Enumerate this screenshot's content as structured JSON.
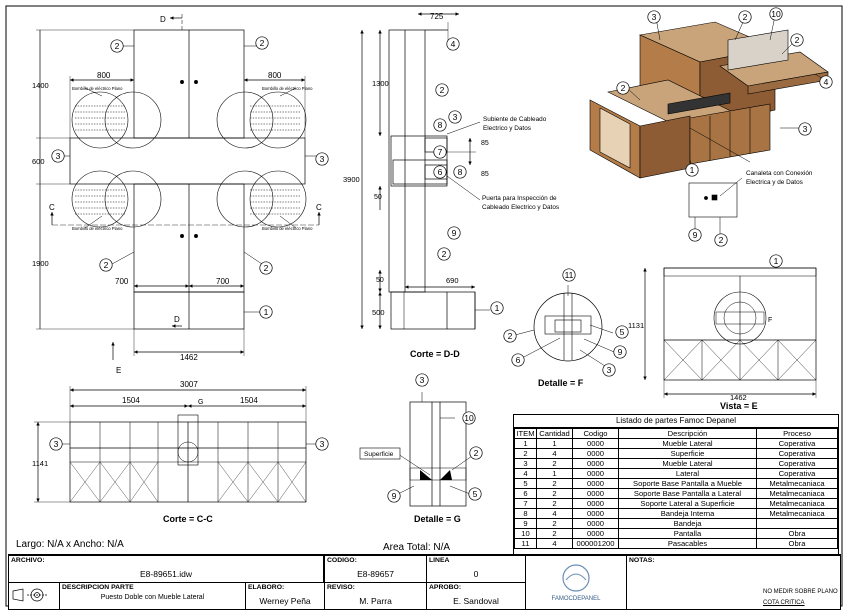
{
  "drawing": {
    "top_marker_d": "D",
    "bottom_marker_d": "D",
    "marker_c_left": "C",
    "marker_c_right": "C",
    "marker_e": "E",
    "dims_plan": {
      "d800_left": "800",
      "d800_right": "800",
      "d1400": "1400",
      "d600": "600",
      "d1900": "1900",
      "d700_left": "700",
      "d700_right": "700",
      "d1462": "1462"
    },
    "electric_labels": [
      "Bombillo de eléctrico Plano",
      "Bombillo de eléctrico Plano",
      "Bombillo de eléctrico Plano",
      "Bombillo de eléctrico Plano"
    ],
    "section_dd": {
      "d725": "725",
      "d1300": "1300",
      "d3900": "3900",
      "d85a": "85",
      "d85b": "85",
      "d50a": "50",
      "d50b": "50",
      "d690": "690",
      "d500": "500",
      "note_cable": "Subiente de Cableado\nElectrico y Datos",
      "note_cable_l1": "Subiente de Cableado",
      "note_cable_l2": "Electrico y Datos",
      "note_door_l1": "Puerta para Inspección de",
      "note_door_l2": "Cableado Electrico y Datos",
      "caption": "Corte = D-D"
    },
    "iso": {
      "note_l1": "Canaleta con Conexión",
      "note_l2": "Electrica y de Datos"
    },
    "detail_f": {
      "caption": "Detalle = F"
    },
    "view_e": {
      "d1131": "1131",
      "d1462": "1462",
      "label_f": "F",
      "caption": "Vista = E"
    },
    "section_cc": {
      "d3007": "3007",
      "d1504a": "1504",
      "d1504b": "1504",
      "d1141": "1141",
      "label_g": "G",
      "caption": "Corte = C-C"
    },
    "detail_g": {
      "superficie": "Superficie",
      "caption": "Detalle = G"
    },
    "size_note": "Largo: N/A x Ancho: N/A",
    "area_note": "Area Total: N/A"
  },
  "parts_list": {
    "title": "Listado de partes Famoc Depanel",
    "headers": [
      "ITEM",
      "Cantidad",
      "Codigo",
      "Descripción",
      "Proceso"
    ],
    "rows": [
      [
        "1",
        "1",
        "0000",
        "Mueble Lateral",
        "Coperativa"
      ],
      [
        "2",
        "4",
        "0000",
        "Superficie",
        "Coperativa"
      ],
      [
        "3",
        "2",
        "0000",
        "Mueble Lateral",
        "Coperativa"
      ],
      [
        "4",
        "1",
        "0000",
        "Lateral",
        "Coperativa"
      ],
      [
        "5",
        "2",
        "0000",
        "Soporte Base Pantalla a Mueble",
        "Metalmecaniaca"
      ],
      [
        "6",
        "2",
        "0000",
        "Soporte Base Pantalla a Lateral",
        "Metalmecaniaca"
      ],
      [
        "7",
        "2",
        "0000",
        "Soporte Lateral a Superficie",
        "Metalmecaniaca"
      ],
      [
        "8",
        "4",
        "0000",
        "Bandeja Interna",
        "Metalmecaniaca"
      ],
      [
        "9",
        "2",
        "0000",
        "Bandeja",
        ""
      ],
      [
        "10",
        "2",
        "0000",
        "Pantalla",
        "Obra"
      ],
      [
        "11",
        "4",
        "000001200",
        "Pasacables",
        "Obra"
      ]
    ]
  },
  "title_block": {
    "archivo_label": "ARCHIVO:",
    "archivo_value": "E8-89651.idw",
    "descripcion_label": "DESCRIPCION PARTE",
    "descripcion_value": "Puesto Doble con Mueble Lateral",
    "elaboro_label": "ELABORO:",
    "elaboro_value": "Werney Peña",
    "codigo_label": "CODIGO:",
    "codigo_value": "E8-89657",
    "linea_label": "LINEA",
    "linea_value": "0",
    "reviso_label": "REVISO:",
    "reviso_value": "M. Parra",
    "aprobo_label": "APROBO:",
    "aprobo_value": "E. Sandoval",
    "logo_text": "FAMOCDEPANEL",
    "notas_label": "NOTAS:",
    "nota_1": "NO MEDIR SOBRE PLANO",
    "nota_2": "COTA CRITICA"
  }
}
